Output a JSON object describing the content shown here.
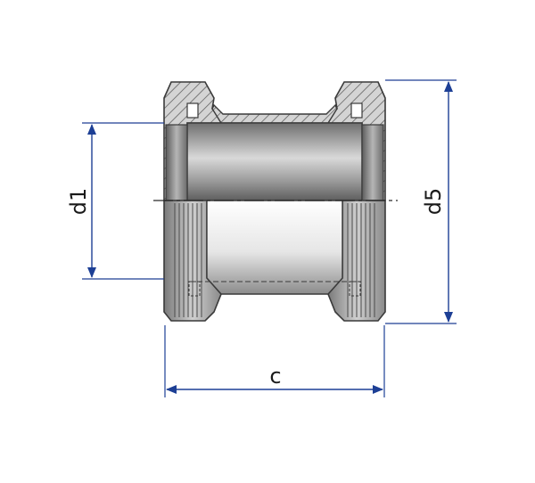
{
  "drawing": {
    "dimensions": {
      "d1": "d1",
      "d5": "d5",
      "c": "c"
    },
    "colors": {
      "dimension_line": "#1d3f95",
      "outline": "#3a3a3a",
      "hatch": "#555555",
      "body_light": "#e4e4e4",
      "body_dark": "#6e6e6e"
    }
  }
}
